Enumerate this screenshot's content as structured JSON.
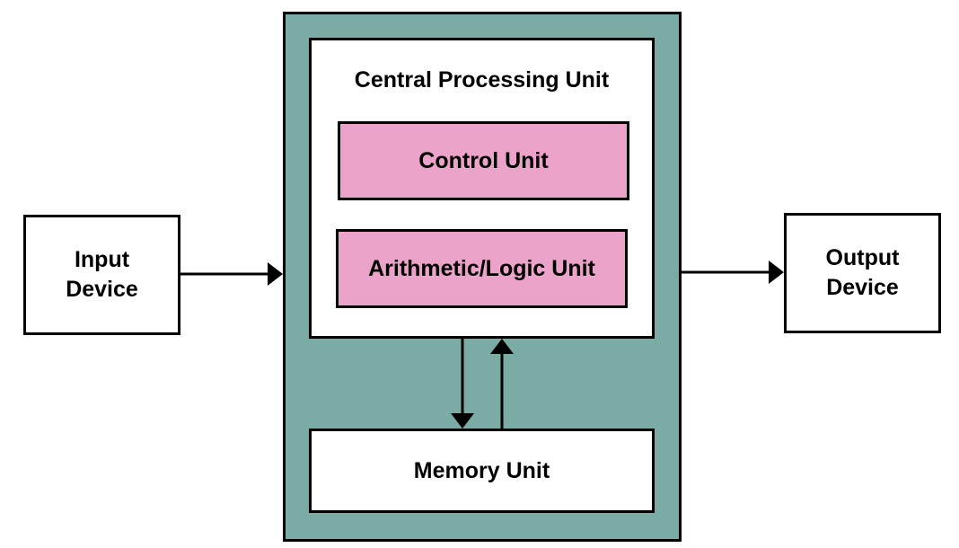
{
  "colors": {
    "outer_fill": "#7aaba5",
    "unit_fill": "#eba3c9",
    "stroke": "#000000",
    "box_fill": "#ffffff"
  },
  "input_device": {
    "line1": "Input",
    "line2": "Device"
  },
  "output_device": {
    "line1": "Output",
    "line2": "Device"
  },
  "cpu": {
    "title": "Central Processing Unit",
    "control_unit": "Control Unit",
    "alu": "Arithmetic/Logic Unit"
  },
  "memory_unit": "Memory Unit"
}
